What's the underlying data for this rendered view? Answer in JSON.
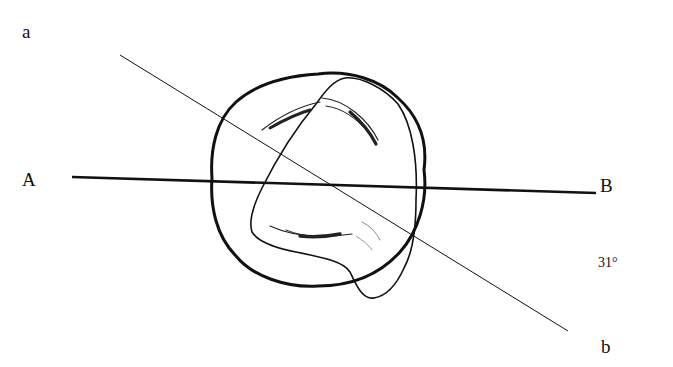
{
  "diagram": {
    "labels": [
      "a",
      "A",
      "B",
      "31°",
      "b"
    ]
  }
}
